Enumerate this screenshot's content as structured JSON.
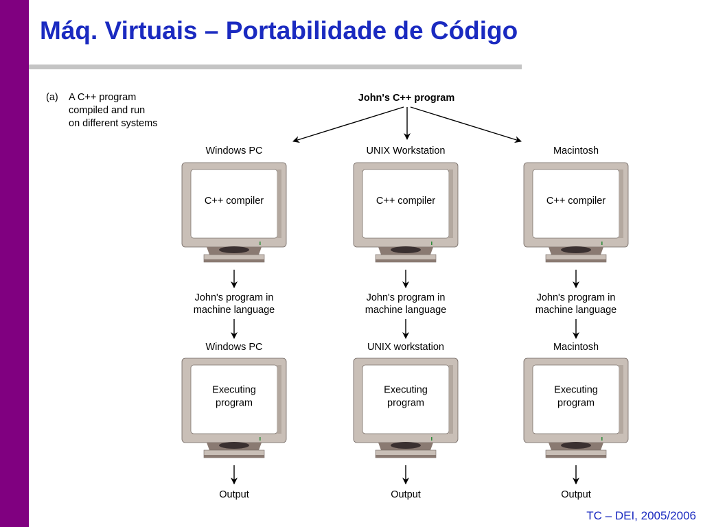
{
  "slide": {
    "title": "Máq. Virtuais – Portabilidade de Código",
    "footer": "TC – DEI, 2005/2006"
  },
  "colors": {
    "sidebar": "#800080",
    "title": "#1a2ac0",
    "rule": "#c4c4c4",
    "monitor_bezel": "#c9bfb7",
    "monitor_stand": "#8a7a72"
  },
  "figure": {
    "part_label": "(a)",
    "caption_lines": [
      "A C++ program",
      "compiled and run",
      "on different systems"
    ],
    "source": "John's C++ program",
    "columns": [
      {
        "system_top": "Windows PC",
        "screen_top": [
          "C++ compiler"
        ],
        "intermediate": [
          "John's program in",
          "machine language"
        ],
        "system_bottom": "Windows PC",
        "screen_bottom": [
          "Executing",
          "program"
        ],
        "output": "Output"
      },
      {
        "system_top": "UNIX Workstation",
        "screen_top": [
          "C++ compiler"
        ],
        "intermediate": [
          "John's program in",
          "machine language"
        ],
        "system_bottom": "UNIX workstation",
        "screen_bottom": [
          "Executing",
          "program"
        ],
        "output": "Output"
      },
      {
        "system_top": "Macintosh",
        "screen_top": [
          "C++ compiler"
        ],
        "intermediate": [
          "John's program in",
          "machine language"
        ],
        "system_bottom": "Macintosh",
        "screen_bottom": [
          "Executing",
          "program"
        ],
        "output": "Output"
      }
    ]
  }
}
